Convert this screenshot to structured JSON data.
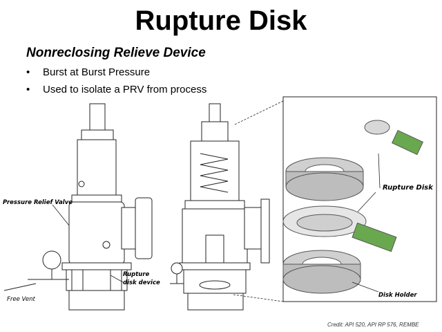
{
  "slide": {
    "title": "Rupture Disk",
    "subtitle": "Nonreclosing Relieve Device",
    "bullets": [
      "Burst at Burst Pressure",
      "Used to isolate a PRV from process"
    ],
    "credit": "Credit: API 520, API RP 576, REMBE"
  },
  "labels": {
    "pressure_relief_valve": "Pressure Relief Valve",
    "rupture_disk_device_1": "Rupture",
    "rupture_disk_device_2": "disk device",
    "free_vent": "Free Vent",
    "rupture_disk": "Rupture Disk",
    "disk_holder": "Disk Holder"
  }
}
